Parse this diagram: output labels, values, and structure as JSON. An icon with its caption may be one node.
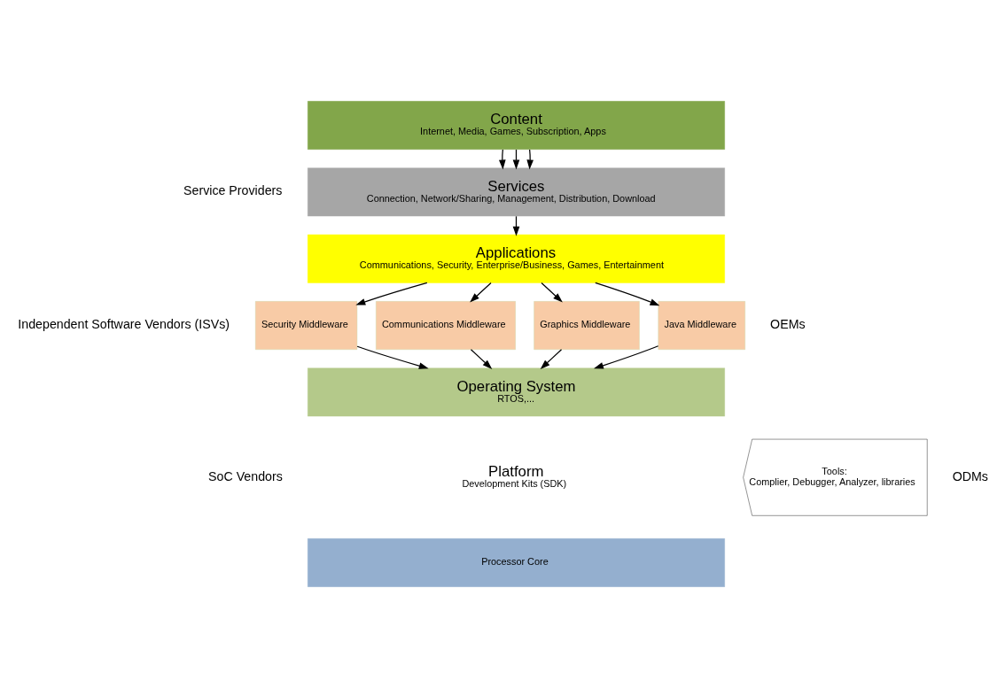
{
  "diagram": {
    "nodes": [
      {
        "text": [
          "Content",
          "Internet, Media, Games, Subscription, Apps"
        ]
      },
      {
        "text": [
          "Services",
          "Connection, Network/Sharing, Management, Distribution, Download"
        ]
      },
      {
        "text": [
          "Applications",
          "Communications, Security, Enterprise/Business, Games, Entertainment"
        ]
      },
      {
        "text": [
          "Security Middleware"
        ]
      },
      {
        "text": [
          "Communications Middleware"
        ]
      },
      {
        "text": [
          "Graphics Middleware"
        ]
      },
      {
        "text": [
          "Java Middleware"
        ]
      },
      {
        "text": [
          "Operating System",
          "RTOS,..."
        ]
      },
      {
        "text": [
          "Platform",
          "Development Kits (SDK)"
        ]
      },
      {
        "text": [
          "Processor Core"
        ]
      },
      {
        "text": [
          "Tools:",
          "Complier, Debugger, Analyzer, libraries"
        ]
      }
    ],
    "edges": [
      {
        "from": 0,
        "to": 1,
        "arrow": "to"
      },
      {
        "from": 0,
        "to": 1,
        "arrow": "to"
      },
      {
        "from": 0,
        "to": 1,
        "arrow": "to"
      },
      {
        "from": 1,
        "to": 2,
        "arrow": "to"
      },
      {
        "from": 2,
        "to": 3,
        "arrow": "to"
      },
      {
        "from": 2,
        "to": 4,
        "arrow": "to"
      },
      {
        "from": 2,
        "to": 5,
        "arrow": "to"
      },
      {
        "from": 2,
        "to": 6,
        "arrow": "to"
      },
      {
        "from": 3,
        "to": 7,
        "arrow": "to"
      },
      {
        "from": 4,
        "to": 7,
        "arrow": "to"
      },
      {
        "from": 5,
        "to": 7,
        "arrow": "to"
      },
      {
        "from": 6,
        "to": 7,
        "arrow": "to"
      }
    ],
    "labels": [
      "Service Providers",
      "Independent Software Vendors (ISVs)",
      "OEMs",
      "SoC Vendors",
      "ODMs"
    ]
  }
}
